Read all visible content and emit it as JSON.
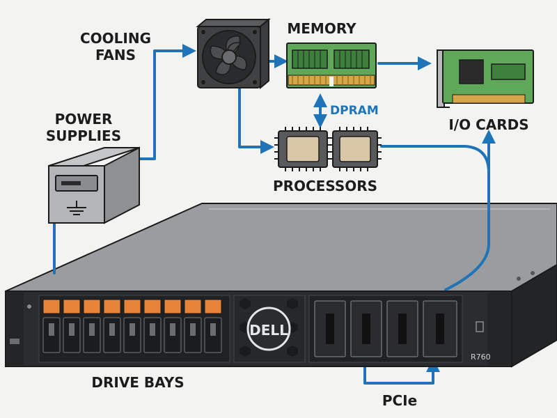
{
  "labels": {
    "cooling_fans_line1": "COOLING",
    "cooling_fans_line2": "FANS",
    "memory": "MEMORY",
    "power_supplies_line1": "POWER",
    "power_supplies_line2": "SUPPLIES",
    "dpram": "DPRAM",
    "io_cards": "I/O CARDS",
    "processors": "PROCESSORS",
    "drive_bays": "DRIVE BAYS",
    "pcie": "PCIe"
  },
  "server": {
    "brand": "DELL",
    "model": "R760"
  },
  "colors": {
    "arrow": "#1f74b8",
    "drive_bay_accent": "#e8843a",
    "chassis": "#2a2c2f",
    "pcb": "#5fa85a"
  }
}
